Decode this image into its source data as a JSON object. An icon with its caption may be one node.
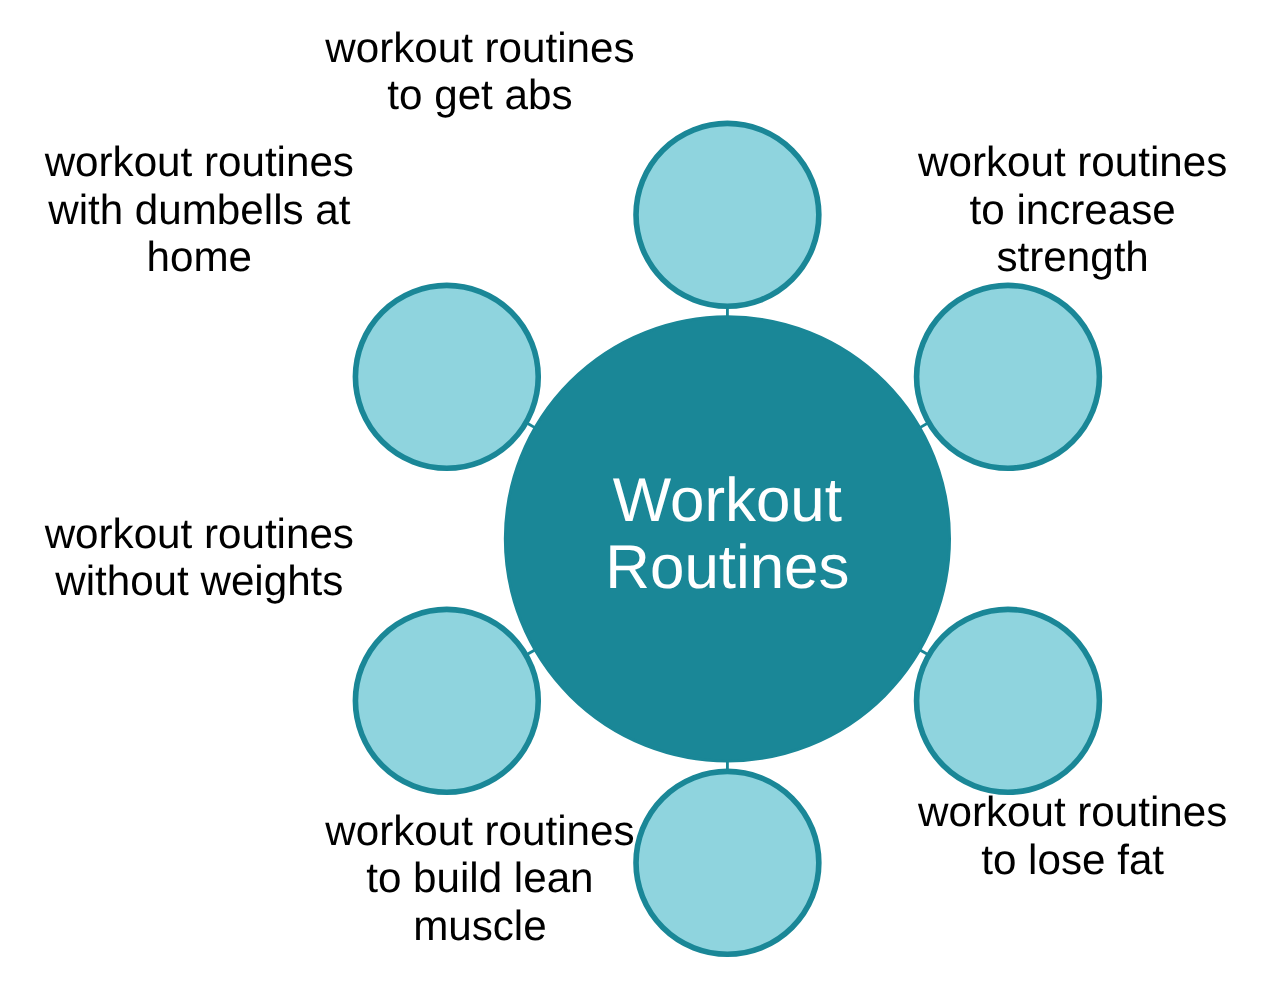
{
  "diagram": {
    "nodes": [
      {
        "text": [
          "Workout Routines"
        ]
      },
      {
        "text": [],
        "shape": "circle",
        "beside": [
          "workout routines to increase strength"
        ]
      },
      {
        "text": [],
        "shape": "circle",
        "beside": [
          "workout routines to get abs"
        ]
      },
      {
        "text": [],
        "shape": "circle",
        "beside": [
          "workout routines with dumbells at home"
        ]
      },
      {
        "text": [],
        "shape": "circle",
        "beside": [
          "workout routines without weights"
        ]
      },
      {
        "text": [],
        "shape": "circle",
        "beside": [
          "workout routines to build lean muscle"
        ]
      },
      {
        "text": [],
        "shape": "circle",
        "beside": [
          "workout routines to lose fat"
        ]
      }
    ],
    "edges": [
      {
        "from": 0,
        "to": 1,
        "arrow": "none"
      },
      {
        "from": 0,
        "to": 2,
        "arrow": "none"
      },
      {
        "from": 0,
        "to": 3,
        "arrow": "none"
      },
      {
        "from": 0,
        "to": 4,
        "arrow": "none"
      },
      {
        "from": 0,
        "to": 5,
        "arrow": "none"
      },
      {
        "from": 0,
        "to": 6,
        "arrow": "none"
      }
    ]
  }
}
